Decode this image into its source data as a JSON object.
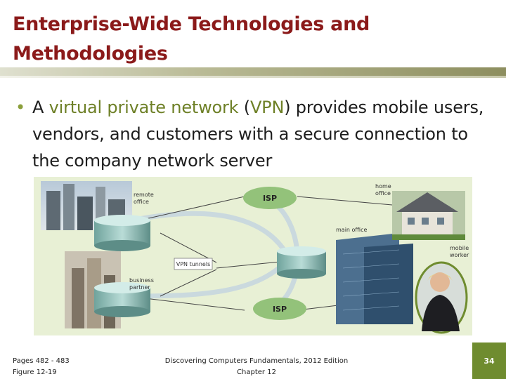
{
  "slide": {
    "title_line1": "Enterprise-Wide Technologies and",
    "title_line2": "Methodologies",
    "bullet": {
      "before": "A ",
      "term": "virtual private network",
      "paren_open": " (",
      "acronym": "VPN",
      "after": ") provides mobile users, vendors, and customers with a secure connection to the company network server"
    },
    "figure": {
      "labels": {
        "remote_office": [
          "remote",
          "office"
        ],
        "home_office": [
          "home",
          "office"
        ],
        "main_office": "main office",
        "vpn_tunnels": "VPN tunnels",
        "business_partner": [
          "business",
          "partner"
        ],
        "mobile_worker": [
          "mobile",
          "worker"
        ],
        "isp_top": "ISP",
        "isp_bottom": "ISP"
      }
    },
    "footer": {
      "left_line1": "Pages 482 - 483",
      "left_line2": "Figure 12-19",
      "center_line1": "Discovering Computers Fundamentals, 2012 Edition",
      "center_line2": "Chapter 12"
    },
    "page_number": "34"
  }
}
